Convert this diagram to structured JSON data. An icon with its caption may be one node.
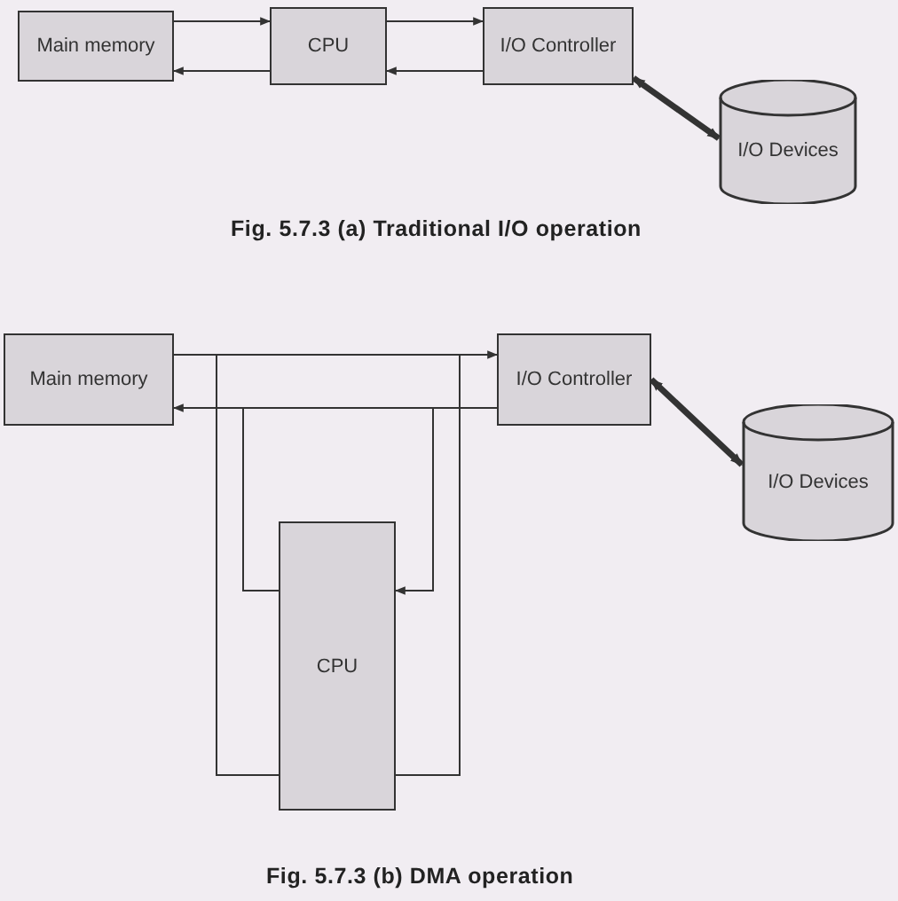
{
  "diagram": {
    "nodes": [
      {
        "text": [
          "Main memory"
        ]
      },
      {
        "text": [
          "CPU"
        ]
      },
      {
        "text": [
          "I/O Controller"
        ]
      },
      {
        "text": [
          "I/O Devices"
        ]
      },
      {
        "text": [
          "Main memory"
        ]
      },
      {
        "text": [
          "I/O Controller"
        ]
      },
      {
        "text": [
          "I/O Devices"
        ]
      },
      {
        "text": [
          "CPU"
        ]
      }
    ],
    "edges": [
      {
        "from": 0,
        "to": 1,
        "arrow": "to"
      },
      {
        "from": 1,
        "to": 0,
        "arrow": "to"
      },
      {
        "from": 1,
        "to": 2,
        "arrow": "to"
      },
      {
        "from": 2,
        "to": 1,
        "arrow": "to"
      },
      {
        "from": 2,
        "to": 3,
        "arrow": "both",
        "style": "thick"
      },
      {
        "from": 4,
        "to": 5,
        "arrow": "to"
      },
      {
        "from": 5,
        "to": 4,
        "arrow": "to"
      },
      {
        "from": 7,
        "to": 4,
        "arrow": "none"
      },
      {
        "from": 7,
        "to": 4,
        "arrow": "none"
      },
      {
        "from": 5,
        "to": 7,
        "arrow": "to"
      },
      {
        "from": 7,
        "to": 5,
        "arrow": "none"
      },
      {
        "from": 5,
        "to": 6,
        "arrow": "both",
        "style": "thick"
      }
    ],
    "labels": [
      "Fig. 5.7.3 (a) Traditional I/O operation",
      "Fig. 5.7.3 (b) DMA operation"
    ]
  }
}
